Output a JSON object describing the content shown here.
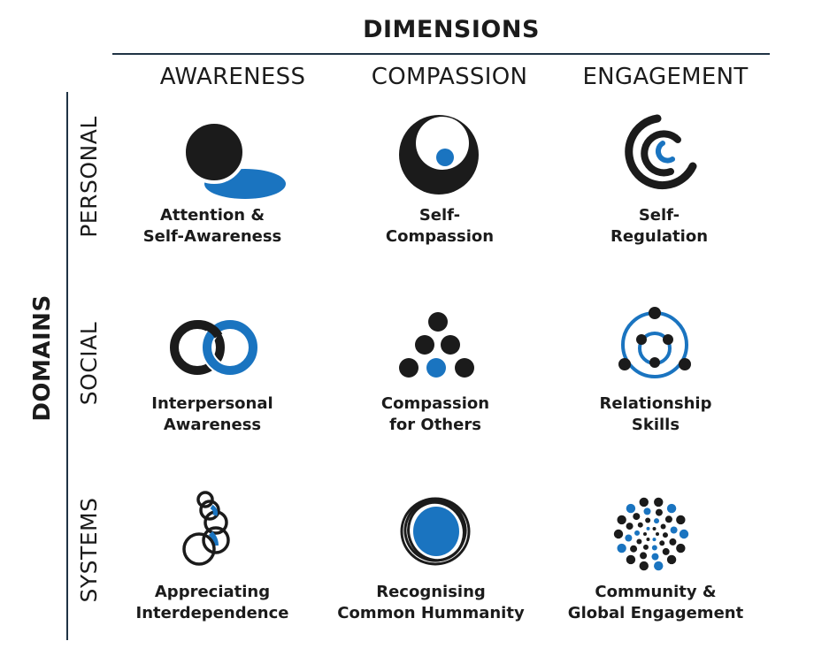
{
  "header": {
    "title": "DIMENSIONS"
  },
  "side": {
    "title": "DOMAINS"
  },
  "columns": [
    "AWARENESS",
    "COMPASSION",
    "ENGAGEMENT"
  ],
  "rows": [
    "PERSONAL",
    "SOCIAL",
    "SYSTEMS"
  ],
  "cells": {
    "personal_awareness": [
      "Attention &",
      "Self-Awareness"
    ],
    "personal_compassion": [
      "Self-",
      "Compassion"
    ],
    "personal_engagement": [
      "Self-",
      "Regulation"
    ],
    "social_awareness": [
      "Interpersonal",
      "Awareness"
    ],
    "social_compassion": [
      "Compassion",
      "for Others"
    ],
    "social_engagement": [
      "Relationship",
      "Skills"
    ],
    "systems_awareness": [
      "Appreciating",
      "Interdependence"
    ],
    "systems_compassion": [
      "Recognising",
      "Common Hummanity"
    ],
    "systems_engagement": [
      "Community &",
      "Global Engagement"
    ]
  },
  "icons": {
    "personal_awareness": "attention-icon",
    "personal_compassion": "self-compassion-icon",
    "personal_engagement": "self-regulation-icon",
    "social_awareness": "interpersonal-rings-icon",
    "social_compassion": "compassion-dots-icon",
    "social_engagement": "relationship-network-icon",
    "systems_awareness": "interdependence-circles-icon",
    "systems_compassion": "common-humanity-icon",
    "systems_engagement": "community-dots-icon"
  },
  "colors": {
    "dark": "#1b1b1b",
    "blue": "#1a74c0",
    "line": "#1f3344"
  }
}
